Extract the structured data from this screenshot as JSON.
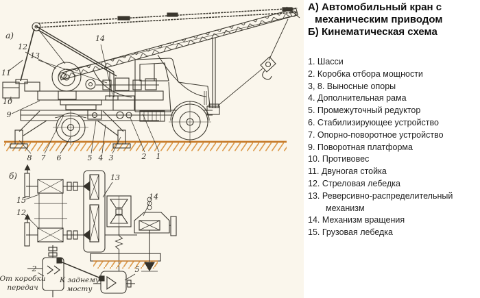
{
  "legend": {
    "heading_lines": [
      "А) Автомобильный кран с",
      "механическим приводом",
      "Б) Кинематическая схема"
    ],
    "items": [
      "1. Шасси",
      "2. Коробка отбора мощности",
      "3, 8. Выносные опоры",
      "4. Дополнительная рама",
      "5. Промежуточный редуктор",
      "6. Стабилизирующее устройство",
      "7. Опорно-поворотное устройство",
      "9. Поворотная платформа",
      "10. Противовес",
      "11. Двуногая стойка",
      "12. Стреловая лебедка",
      "13. Реверсивно-распределительный механизм",
      "14. Механизм вращения",
      "15. Грузовая лебедка"
    ]
  },
  "diagram": {
    "view_labels": {
      "side": "а)",
      "scheme": "б)"
    },
    "callouts": {
      "n1": "1",
      "n2": "2",
      "n3": "3",
      "n4": "4",
      "n5": "5",
      "n6": "6",
      "n7": "7",
      "n8": "8",
      "n9": "9",
      "n10": "10",
      "n11": "11",
      "n12": "12",
      "n13": "13",
      "n14": "14",
      "n15": "15"
    },
    "scheme_annotations": {
      "from_gearbox_1": "От коробки",
      "from_gearbox_2": "передач",
      "to_axle_1": "К заднему",
      "to_axle_2": "мосту"
    },
    "colors": {
      "ink": "#3a372e",
      "ground_orange": "#c77d2e",
      "ground_hatch": "#dd9c4f",
      "paper": "#faf6ec"
    }
  }
}
